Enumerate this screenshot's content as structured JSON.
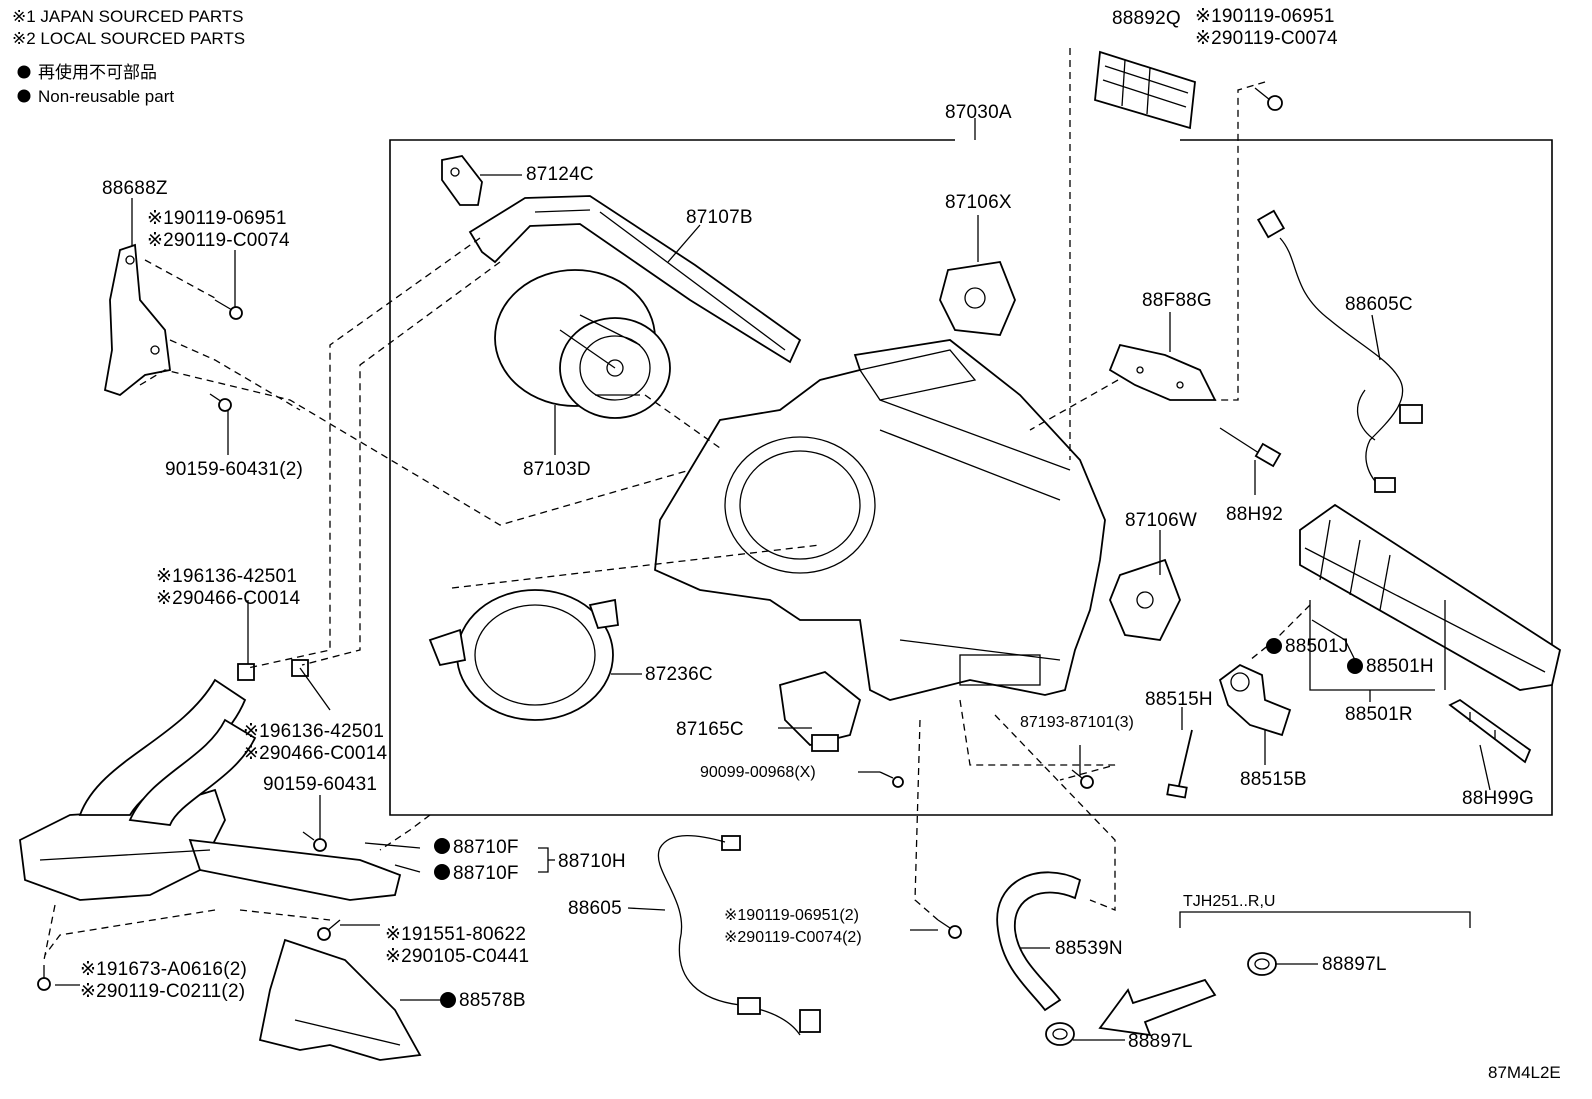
{
  "notes": {
    "japan_sourced": "※1 JAPAN SOURCED PARTS",
    "local_sourced": "※2 LOCAL SOURCED PARTS",
    "non_reusable_jp": "再使用不可部品",
    "non_reusable_en": "Non-reusable part"
  },
  "labels": {
    "p88892Q": "88892Q",
    "s190119_06951_top": "※190119-06951",
    "s290119_C0074_top": "※290119-C0074",
    "p87030A": "87030A",
    "p87124C": "87124C",
    "p87107B": "87107B",
    "p87106X": "87106X",
    "p88688Z": "88688Z",
    "s190119_06951_left": "※190119-06951",
    "s290119_C0074_left": "※290119-C0074",
    "p90159_60431_2": "90159-60431(2)",
    "p87103D": "87103D",
    "p88F88G": "88F88G",
    "p88605C": "88605C",
    "p88H92": "88H92",
    "p87106W": "87106W",
    "s196136_42501_a": "※196136-42501",
    "s290466_C0014_a": "※290466-C0014",
    "p87236C": "87236C",
    "p88501J": "88501J",
    "p88501H": "88501H",
    "p88501R": "88501R",
    "p88515H": "88515H",
    "s196136_42501_b": "※196136-42501",
    "s290466_C0014_b": "※290466-C0014",
    "p87165C": "87165C",
    "p87193_87101_3": "87193-87101(3)",
    "p90159_60431": "90159-60431",
    "p90099_00968_X": "90099-00968(X)",
    "p88515B": "88515B",
    "p88H99G": "88H99G",
    "p88710F_a": "88710F",
    "p88710F_b": "88710F",
    "p88710H": "88710H",
    "p88605": "88605",
    "s190119_06951_2": "※190119-06951(2)",
    "s290119_C0074_2": "※290119-C0074(2)",
    "p88539N": "88539N",
    "tjh": "TJH251..R,U",
    "p88897L_a": "88897L",
    "s191551_80622": "※191551-80622",
    "s290105_C0441": "※290105-C0441",
    "s191673_A0616_2": "※191673-A0616(2)",
    "s290119_C0211_2": "※290119-C0211(2)",
    "p88578B": "88578B",
    "p88897L_b": "88897L",
    "figure_code": "87M4L2E"
  }
}
